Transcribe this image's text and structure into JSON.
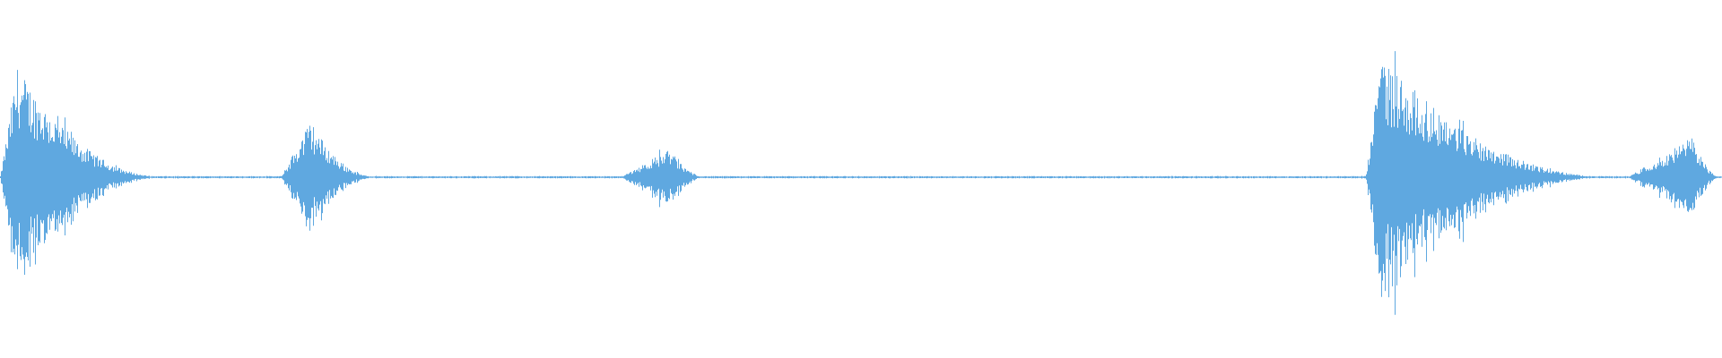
{
  "waveform": {
    "color": "#5fa8e0",
    "background": "#ffffff",
    "segments": [
      {
        "start": 0.0,
        "end": 0.098,
        "peak": 0.62,
        "attack": 0.1,
        "jitter": 0.5
      },
      {
        "start": 0.163,
        "end": 0.22,
        "peak": 0.32,
        "attack": 0.3,
        "jitter": 0.3
      },
      {
        "start": 0.36,
        "end": 0.412,
        "peak": 0.16,
        "attack": 0.55,
        "jitter": 0.4
      },
      {
        "start": 0.793,
        "end": 0.94,
        "peak": 0.68,
        "attack": 0.06,
        "jitter": 0.5
      },
      {
        "start": 0.945,
        "end": 1.0,
        "peak": 0.23,
        "attack": 0.7,
        "jitter": 0.4
      }
    ],
    "baseline_amplitude": 0.006
  }
}
